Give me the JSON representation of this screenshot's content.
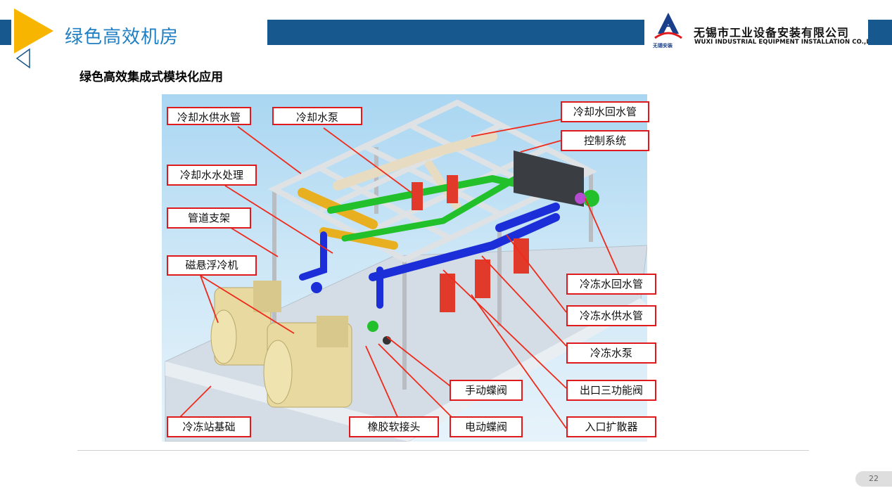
{
  "header": {
    "title": "绿色高效机房",
    "accent_color": "#17588f",
    "title_color": "#1f7fc4",
    "triangle_color": "#f7b500"
  },
  "company": {
    "name_cn": "无锡市工业设备安装有限公司",
    "name_en": "WUXI INDUSTRIAL EQUIPMENT INSTALLATION CO.,LTD.",
    "logo_caption": "无锡安装"
  },
  "subtitle": "绿色高效集成式模块化应用",
  "labels": {
    "cooling_supply_pipe": "冷却水供水管",
    "cooling_pump": "冷却水泵",
    "cooling_return_pipe": "冷却水回水管",
    "control_system": "控制系统",
    "cooling_water_treatment": "冷却水水处理",
    "pipe_support": "管道支架",
    "maglev_chiller": "磁悬浮冷机",
    "chilled_return_pipe": "冷冻水回水管",
    "chilled_supply_pipe": "冷冻水供水管",
    "chilled_pump": "冷冻水泵",
    "outlet_triple_valve": "出口三功能阀",
    "inlet_diffuser": "入口扩散器",
    "manual_butterfly_valve": "手动蝶阀",
    "electric_butterfly_valve": "电动蝶阀",
    "rubber_soft_joint": "橡胶软接头",
    "chiller_station_base": "冷冻站基础"
  },
  "page_number": "22"
}
